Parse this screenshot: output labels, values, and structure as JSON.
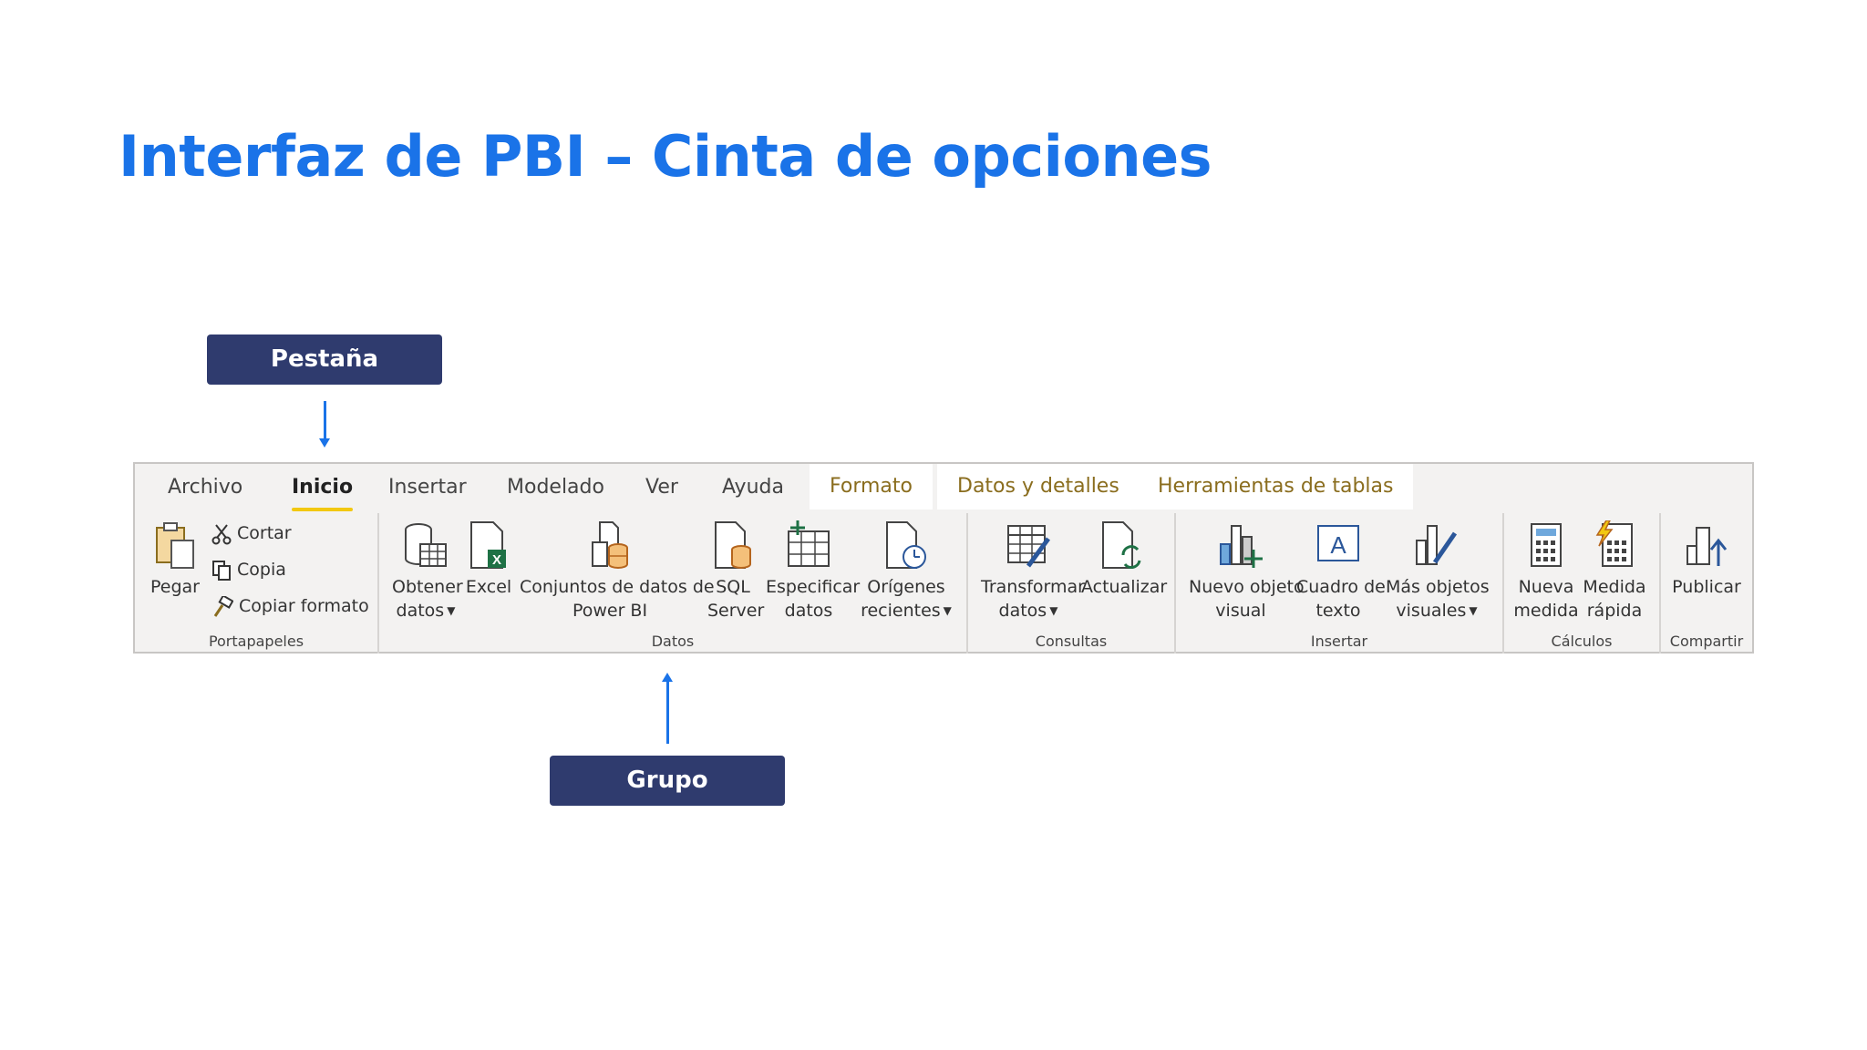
{
  "slide": {
    "title": "Interfaz de PBI – Cinta de opciones",
    "callouts": {
      "tab": "Pestaña",
      "group": "Grupo"
    }
  },
  "ribbon": {
    "tabs": [
      {
        "label": "Archivo"
      },
      {
        "label": "Inicio",
        "active": true
      },
      {
        "label": "Insertar"
      },
      {
        "label": "Modelado"
      },
      {
        "label": "Ver"
      },
      {
        "label": "Ayuda"
      },
      {
        "label": "Formato",
        "contextual": true
      },
      {
        "label": "Datos y detalles",
        "contextual": true
      },
      {
        "label": "Herramientas de tablas",
        "contextual": true
      }
    ],
    "groups": {
      "portapapeles": {
        "label": "Portapapeles",
        "pegar": "Pegar",
        "cortar": "Cortar",
        "copia": "Copia",
        "copiar_formato": "Copiar formato"
      },
      "datos": {
        "label": "Datos",
        "obtener_1": "Obtener",
        "obtener_2": "datos",
        "excel": "Excel",
        "conjuntos_1": "Conjuntos de datos de",
        "conjuntos_2": "Power BI",
        "sql_1": "SQL",
        "sql_2": "Server",
        "especificar_1": "Especificar",
        "especificar_2": "datos",
        "origenes_1": "Orígenes",
        "origenes_2": "recientes"
      },
      "consultas": {
        "label": "Consultas",
        "transformar_1": "Transformar",
        "transformar_2": "datos",
        "actualizar": "Actualizar"
      },
      "insertar": {
        "label": "Insertar",
        "nuevo_1": "Nuevo objeto",
        "nuevo_2": "visual",
        "cuadro_1": "Cuadro de",
        "cuadro_2": "texto",
        "mas_1": "Más objetos",
        "mas_2": "visuales"
      },
      "calculos": {
        "label": "Cálculos",
        "nueva_1": "Nueva",
        "nueva_2": "medida",
        "rapida_1": "Medida",
        "rapida_2": "rápida"
      },
      "compartir": {
        "label": "Compartir",
        "publicar": "Publicar"
      }
    }
  },
  "colors": {
    "title": "#1a73e8",
    "callout_bg": "#2f3b6e",
    "arrow": "#1a73e8",
    "active_tab_underline": "#f2c811",
    "contextual_tab_text": "#8a6d1e"
  }
}
